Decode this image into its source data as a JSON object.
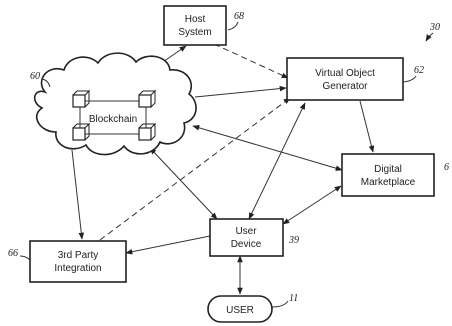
{
  "diagram": {
    "figure_number": "30",
    "nodes": {
      "host": {
        "lines": [
          "Host",
          "System"
        ],
        "ref": "68"
      },
      "vog": {
        "lines": [
          "Virtual Object",
          "Generator"
        ],
        "ref": "62"
      },
      "blockchain": {
        "label": "Blockchain",
        "ref": "60"
      },
      "market": {
        "lines": [
          "Digital",
          "Marketplace"
        ],
        "ref": "6"
      },
      "device": {
        "lines": [
          "User",
          "Device"
        ],
        "ref": "39"
      },
      "thirdparty": {
        "lines": [
          "3rd Party",
          "Integration"
        ],
        "ref": "66"
      },
      "user": {
        "label": "USER",
        "ref": "11"
      }
    },
    "edges": [
      {
        "from": "host",
        "to": "blockchain",
        "style": "solid",
        "arrows": "both"
      },
      {
        "from": "host",
        "to": "vog",
        "style": "dashed",
        "arrows": "end"
      },
      {
        "from": "blockchain",
        "to": "vog",
        "style": "solid",
        "arrows": "end"
      },
      {
        "from": "vog",
        "to": "market",
        "style": "solid",
        "arrows": "end"
      },
      {
        "from": "blockchain",
        "to": "market",
        "style": "solid",
        "arrows": "both"
      },
      {
        "from": "device",
        "to": "vog",
        "style": "solid",
        "arrows": "both"
      },
      {
        "from": "blockchain",
        "to": "device",
        "style": "solid",
        "arrows": "both"
      },
      {
        "from": "device",
        "to": "market",
        "style": "solid",
        "arrows": "both"
      },
      {
        "from": "blockchain",
        "to": "thirdparty",
        "style": "solid",
        "arrows": "end"
      },
      {
        "from": "thirdparty",
        "to": "vog",
        "style": "dashed",
        "arrows": "end"
      },
      {
        "from": "device",
        "to": "thirdparty",
        "style": "solid",
        "arrows": "end"
      },
      {
        "from": "device",
        "to": "user",
        "style": "solid",
        "arrows": "both"
      }
    ]
  }
}
